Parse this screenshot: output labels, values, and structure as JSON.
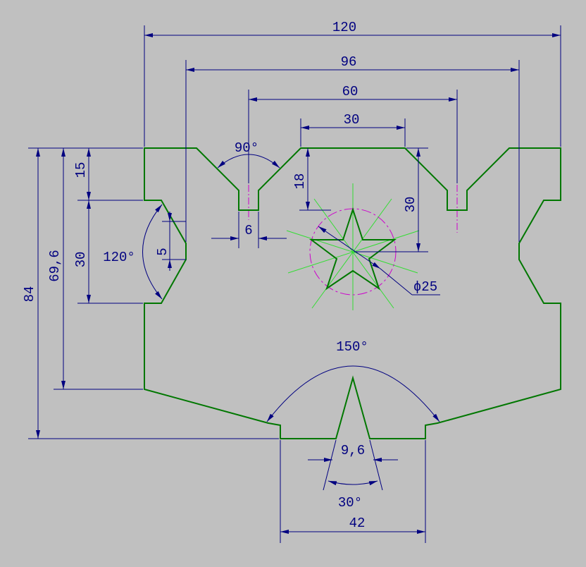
{
  "colors": {
    "background": "#c0c0c0",
    "outline": "#007700",
    "dimension": "#000080",
    "center_line": "#cc00cc",
    "construction": "#33dd33"
  },
  "dimensions": {
    "total_width": "120",
    "inner_width": "96",
    "slot_spacing": "60",
    "top_flat": "30",
    "slot_depth": "18",
    "slot_width": "6",
    "slot_angle": "90°",
    "notch_top": "15",
    "notch_height": "30",
    "notch_depth": "5",
    "notch_angle": "120°",
    "star_offset": "30",
    "star_circle": "ɸ25",
    "arc_height": "69,6",
    "total_height": "84",
    "bottom_angle": "150°",
    "spike_width": "9,6",
    "spike_angle": "30°",
    "bottom_width": "42"
  }
}
